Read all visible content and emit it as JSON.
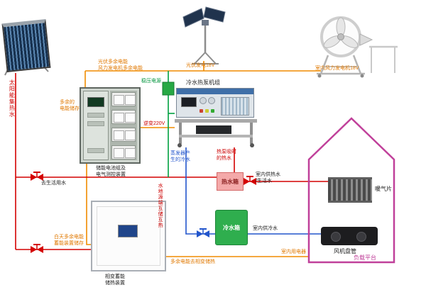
{
  "colors": {
    "hot_water_line": "#d40000",
    "cold_water_line": "#2255cc",
    "power_line": "#f08c00",
    "stabilized_line": "#00a040",
    "house_outline": "#c0409a",
    "cold_tank_fill": "#2fae4e",
    "hot_tank_fill": "#f4a9a9"
  },
  "top": {
    "solar_collector_label": "太阳能集热水",
    "bus_note_line1": "光伏多余电能",
    "bus_note_line2": "风力发电机多余电能",
    "pv_tracker_label": "光伏发电18V",
    "wind_turbine_label": "室内风力发电机18V"
  },
  "center": {
    "stabilizer_label": "稳压电源",
    "heat_pump_label": "冷水热泵机组",
    "inverter_label": "逆变220V",
    "evaporator_note_line1": "蒸发器产",
    "evaporator_note_line2": "生的冷水",
    "heatpump_hot_note_line1": "热泵吸时",
    "heatpump_hot_note_line2": "的热水",
    "hot_tank_label": "热水箱",
    "cold_tank_label": "冷水箱",
    "ground_source_note": "水地源端互储互热",
    "indoor_hot_line1": "室内供热水",
    "indoor_hot_line2": "/生活水",
    "indoor_cold_label": "室内供冷水"
  },
  "left": {
    "surplus_store_line1": "多余的",
    "surplus_store_line2": "电能储存",
    "battery_cabinet_line1": "储能电池组及",
    "battery_cabinet_line2": "电气测控装置",
    "domestic_water_label": "去生活用水",
    "daytime_note_line1": "白天多余电能",
    "daytime_note_line2": "蓄能装置储存",
    "pcm_cabinet_line1": "相变蓄能",
    "pcm_cabinet_line2": "储热装置",
    "surplus_to_pcm_note": "多余电能去相变储热"
  },
  "house": {
    "radiator_label": "暖气片",
    "fan_coil_label": "风机盘管",
    "load_platform_label": "负载平台",
    "appliances_label": "室内用电器"
  }
}
